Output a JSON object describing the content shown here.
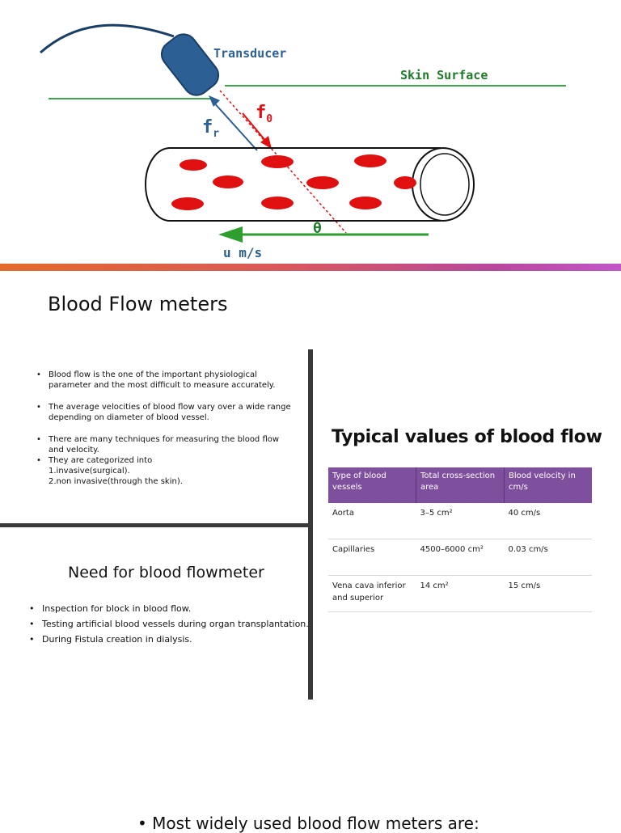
{
  "diagram": {
    "transducer_label": "Transducer",
    "skin_label": "Skin Surface",
    "f0_label": "f",
    "f0_sub": "0",
    "fr_label": "f",
    "fr_sub": "r",
    "theta_label": "θ",
    "velocity_label": "u m/s",
    "colors": {
      "transducer": "#2c5f93",
      "cells": "#e01010",
      "arrow": "#2e9e2e",
      "line": "#3aa64a"
    }
  },
  "page_title": "Blood Flow meters",
  "intro": {
    "bullets": [
      "Blood flow is the one of the important physiological parameter and the most difficult to measure accurately.",
      "The average velocities of blood flow vary over a wide range depending on diameter of blood vessel.",
      "There are many techniques for measuring the blood flow and velocity.",
      "They are categorized into"
    ],
    "sub_items": [
      "1.invasive(surgical).",
      "2.non invasive(through the skin)."
    ]
  },
  "need": {
    "title": "Need for blood flowmeter",
    "items": [
      "Inspection for block in blood flow.",
      "Testing artificial blood vessels during organ transplantation.",
      "During Fistula creation in dialysis."
    ]
  },
  "table": {
    "title": "Typical values of blood flow",
    "headers": [
      "Type of blood vessels",
      "Total cross-section area",
      "Blood velocity in cm/s"
    ],
    "rows": [
      [
        "Aorta",
        "3–5 cm²",
        "40 cm/s"
      ],
      [
        "Capillaries",
        "4500–6000 cm²",
        "0.03 cm/s"
      ],
      [
        "Vena cava inferior and superior",
        "14 cm²",
        "15 cm/s"
      ]
    ]
  },
  "bottom_text": "• Most widely used blood flow meters are:"
}
